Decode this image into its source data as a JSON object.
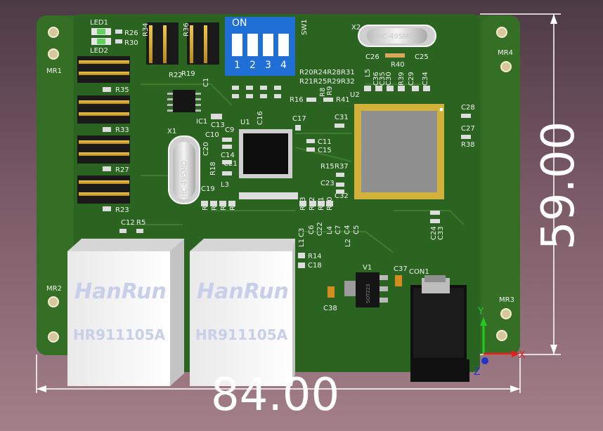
{
  "dimensions": {
    "width": "84.00",
    "height": "59.00"
  },
  "mount_holes": {
    "mr1": "MR1",
    "mr2": "MR2",
    "mr3": "MR3",
    "mr4": "MR4"
  },
  "switch": {
    "ref": "SW1",
    "on": "ON",
    "n1": "1",
    "n2": "2",
    "n3": "3",
    "n4": "4"
  },
  "crystals": {
    "x1": "X1",
    "x2": "X2",
    "model": "HC-49SMD"
  },
  "jacks": {
    "left": {
      "brand": "HanRun",
      "model": "HR911105A"
    },
    "right": {
      "brand": "HanRun",
      "model": "HR911105A"
    }
  },
  "axes": {
    "x": "X",
    "y": "Y",
    "z": "Z"
  },
  "labels": {
    "led1": "LED1",
    "led2": "LED2",
    "r26": "R26",
    "r30": "R30",
    "r34": "R34",
    "r36": "R36",
    "r35": "R35",
    "r33": "R33",
    "r27": "R27",
    "r23": "R23",
    "r22": "R22",
    "r19": "R19",
    "c1": "C1",
    "ic1": "IC1",
    "c13": "C13",
    "u1": "U1",
    "c16": "C16",
    "c17": "C17",
    "c31": "C31",
    "c10": "C10",
    "c9": "C9",
    "c20": "C20",
    "c14": "C14",
    "c21": "C21",
    "r18": "R18",
    "l3": "L3",
    "c19": "C19",
    "c11": "C11",
    "c15": "C15",
    "r15": "R15",
    "r37": "R37",
    "c23": "C23",
    "c32": "C32",
    "r3": "R3",
    "r4": "R4",
    "r2": "R2",
    "r1": "R1",
    "r13": "R13",
    "r12": "R12",
    "r11": "R11",
    "r10": "R10",
    "c12": "C12",
    "r5": "R5",
    "c3": "C3",
    "c6": "C6",
    "c22": "C22",
    "c7": "C7",
    "c4": "C4",
    "c5": "C5",
    "l1": "L1",
    "l4": "L4",
    "l2": "L2",
    "r14": "R14",
    "c18": "C18",
    "v1": "V1",
    "c37": "C37",
    "con1": "CON1",
    "c38": "C38",
    "c24": "C24",
    "c33": "C33",
    "c28": "C28",
    "c27": "C27",
    "r38": "R38",
    "c26": "C26",
    "c25": "C25",
    "r40": "R40",
    "r20_31": "R20R24R28R31",
    "r21_32": "R21R25R29R32",
    "r16": "R16",
    "r41": "R41",
    "u2": "U2",
    "r8": "R8",
    "r9": "R9",
    "l5": "L5",
    "c36": "C36",
    "c35": "C35",
    "c30": "C30",
    "r39": "R39",
    "c29": "C29",
    "c34": "C34",
    "v1_part": "SOT223"
  }
}
